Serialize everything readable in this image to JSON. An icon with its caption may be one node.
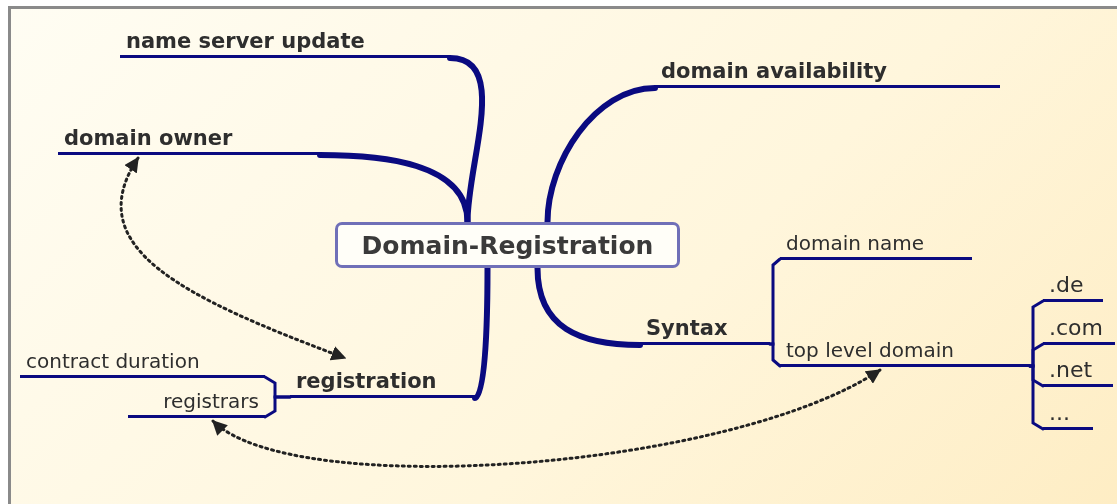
{
  "diagram": {
    "nodes": [
      {
        "text": [
          "Domain-Registration"
        ]
      },
      {
        "text": [
          "name server update"
        ]
      },
      {
        "text": [
          "domain owner"
        ]
      },
      {
        "text": [
          "registration"
        ]
      },
      {
        "text": [
          "contract duration"
        ]
      },
      {
        "text": [
          "registrars"
        ]
      },
      {
        "text": [
          "domain availability"
        ]
      },
      {
        "text": [
          "Syntax"
        ]
      },
      {
        "text": [
          "domain name"
        ]
      },
      {
        "text": [
          "top level domain"
        ]
      },
      {
        "text": [
          ".de"
        ]
      },
      {
        "text": [
          ".com"
        ]
      },
      {
        "text": [
          ".net"
        ]
      },
      {
        "text": [
          "..."
        ]
      }
    ],
    "edges": [
      {
        "from": 0,
        "to": 1,
        "arrow": "none",
        "style": "thick"
      },
      {
        "from": 0,
        "to": 2,
        "arrow": "none",
        "style": "thick"
      },
      {
        "from": 0,
        "to": 3,
        "arrow": "none",
        "style": "thick"
      },
      {
        "from": 0,
        "to": 6,
        "arrow": "none",
        "style": "thick"
      },
      {
        "from": 0,
        "to": 7,
        "arrow": "none",
        "style": "thick"
      },
      {
        "from": 3,
        "to": 4,
        "arrow": "none"
      },
      {
        "from": 3,
        "to": 5,
        "arrow": "none"
      },
      {
        "from": 7,
        "to": 8,
        "arrow": "none"
      },
      {
        "from": 7,
        "to": 9,
        "arrow": "none"
      },
      {
        "from": 9,
        "to": 10,
        "arrow": "none"
      },
      {
        "from": 9,
        "to": 11,
        "arrow": "none"
      },
      {
        "from": 9,
        "to": 12,
        "arrow": "none"
      },
      {
        "from": 9,
        "to": 13,
        "arrow": "none"
      },
      {
        "from": 2,
        "to": 3,
        "arrow": "both",
        "style": "dashed",
        "color": "#222222"
      },
      {
        "from": 5,
        "to": 9,
        "arrow": "both",
        "style": "dashed",
        "color": "#222222"
      }
    ]
  }
}
